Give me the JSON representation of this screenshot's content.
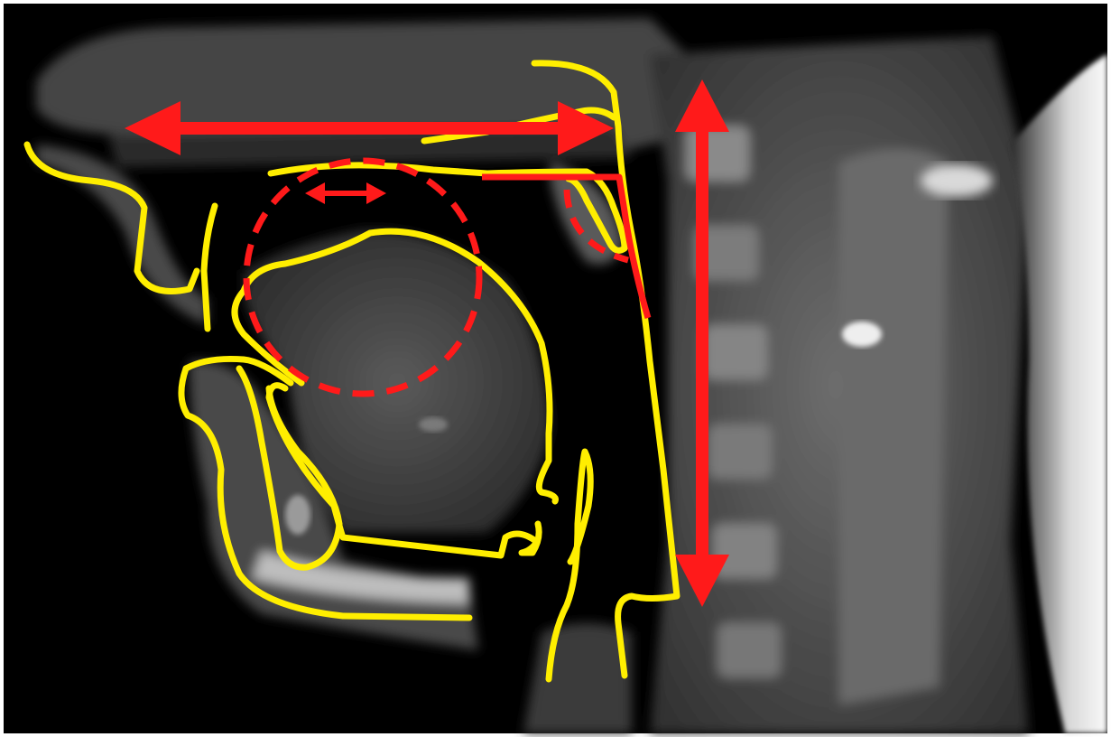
{
  "image": {
    "kind": "midsagittal-mri-vocal-tract",
    "colors": {
      "background": "#000000",
      "border": "#ffffff",
      "outline": "#ffee00",
      "measure": "#ff1a1a"
    },
    "annotations": {
      "outline_style": "solid",
      "measure_arrows": [
        "horizontal-arrow",
        "vertical-arrow",
        "small-horizontal-arrow"
      ],
      "dashed_shapes": [
        "dashed-circle",
        "dashed-arc"
      ]
    }
  }
}
